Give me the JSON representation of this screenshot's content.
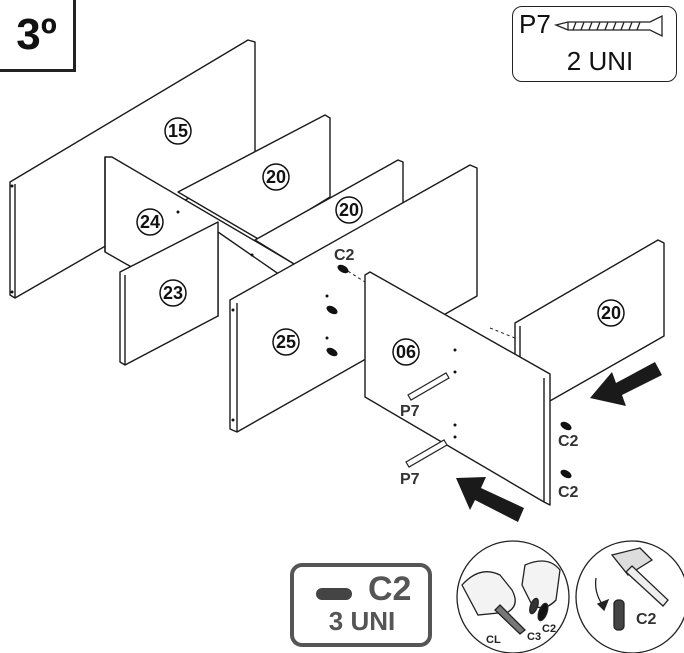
{
  "step": {
    "label": "3º"
  },
  "screw": {
    "code": "P7",
    "quantity": "2 UNI"
  },
  "dowel": {
    "code": "C2",
    "quantity": "3 UNI"
  },
  "panels": {
    "p15": "15",
    "p20a": "20",
    "p20b": "20",
    "p20c": "20",
    "p24": "24",
    "p23": "23",
    "p25": "25",
    "p06": "06"
  },
  "hardware_labels": {
    "c2_top": "C2",
    "c2_right_1": "C2",
    "c2_right_2": "C2",
    "p7_1": "P7",
    "p7_2": "P7"
  },
  "detail": {
    "cl": "CL",
    "c3": "C3",
    "c2": "C2",
    "c2_hammer": "C2"
  },
  "icons": [
    "screw-icon",
    "dowel-icon",
    "arrow-icon",
    "hammer-icon",
    "hand-icon"
  ]
}
